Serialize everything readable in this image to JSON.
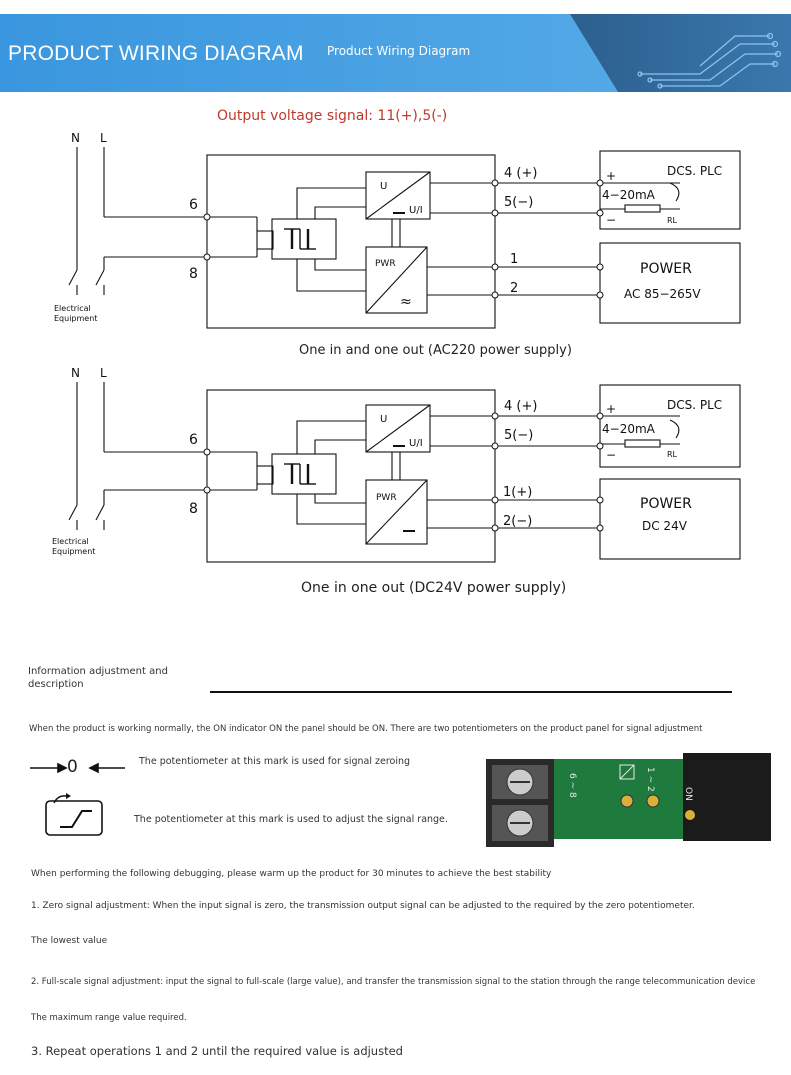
{
  "banner": {
    "title": "PRODUCT WIRING DIAGRAM",
    "subtitle": "Product Wiring Diagram",
    "colors": {
      "left": "#3f9be0",
      "right": "#2f6a9c"
    }
  },
  "diagram1": {
    "heading": "Output voltage signal: 11(+),5(-)",
    "n_label": "N",
    "l_label": "L",
    "term_6": "6",
    "term_8": "8",
    "equipment_line1": "Electrical",
    "equipment_line2": "Equipment",
    "u_label": "U",
    "ui_label": "U/I",
    "pwr_label": "PWR",
    "ac_symbol": "≈",
    "out_4": "4  (+)",
    "out_5": "5(−)",
    "out_1": "1",
    "out_2": "2",
    "dcs_label": "DCS. PLC",
    "plus": "+",
    "minus": "−",
    "ma_label": "4−20mA",
    "rl_label": "RL",
    "power_label": "POWER",
    "power_spec": "AC 85−265V",
    "caption": "One in and one out (AC220 power supply)"
  },
  "diagram2": {
    "n_label": "N",
    "l_label": "L",
    "term_6": "6",
    "term_8": "8",
    "equipment_line1": "Electrical",
    "equipment_line2": "Equipment",
    "u_label": "U",
    "ui_label": "U/I",
    "pwr_label": "PWR",
    "out_4": "4  (+)",
    "out_5": "5(−)",
    "out_1": "1(+)",
    "out_2": "2(−)",
    "dcs_label": "DCS. PLC",
    "plus": "+",
    "minus": "−",
    "ma_label": "4−20mA",
    "rl_label": "RL",
    "power_label": "POWER",
    "power_spec": "DC  24V",
    "caption": "One in one out (DC24V power supply)"
  },
  "info": {
    "heading": "Information adjustment and description",
    "intro": "When the product is working normally, the ON indicator ON the panel should be ON. There are two potentiometers on the product panel for signal adjustment",
    "zero_symbol": "0",
    "zero_text": "The potentiometer at this mark is used for signal zeroing",
    "range_text": "The potentiometer at this mark is used to adjust the signal range.",
    "photo": {
      "label_on": "ON",
      "label_68": "6 ~ 8",
      "label_12": "1 ~ 2"
    },
    "warmup": "When performing the following debugging, please warm up the product for 30 minutes to achieve the best stability",
    "step1": "1. Zero signal adjustment: When the input signal is zero, the transmission output signal can be adjusted to the required by the zero potentiometer.",
    "step1_b": "The lowest value",
    "step2": "2. Full-scale signal adjustment: input the signal to full-scale (large value), and transfer the transmission signal to the station through the range telecommunication device",
    "step2_b": "The maximum range value required.",
    "step3": "3. Repeat operations 1 and 2 until the required value is adjusted"
  }
}
